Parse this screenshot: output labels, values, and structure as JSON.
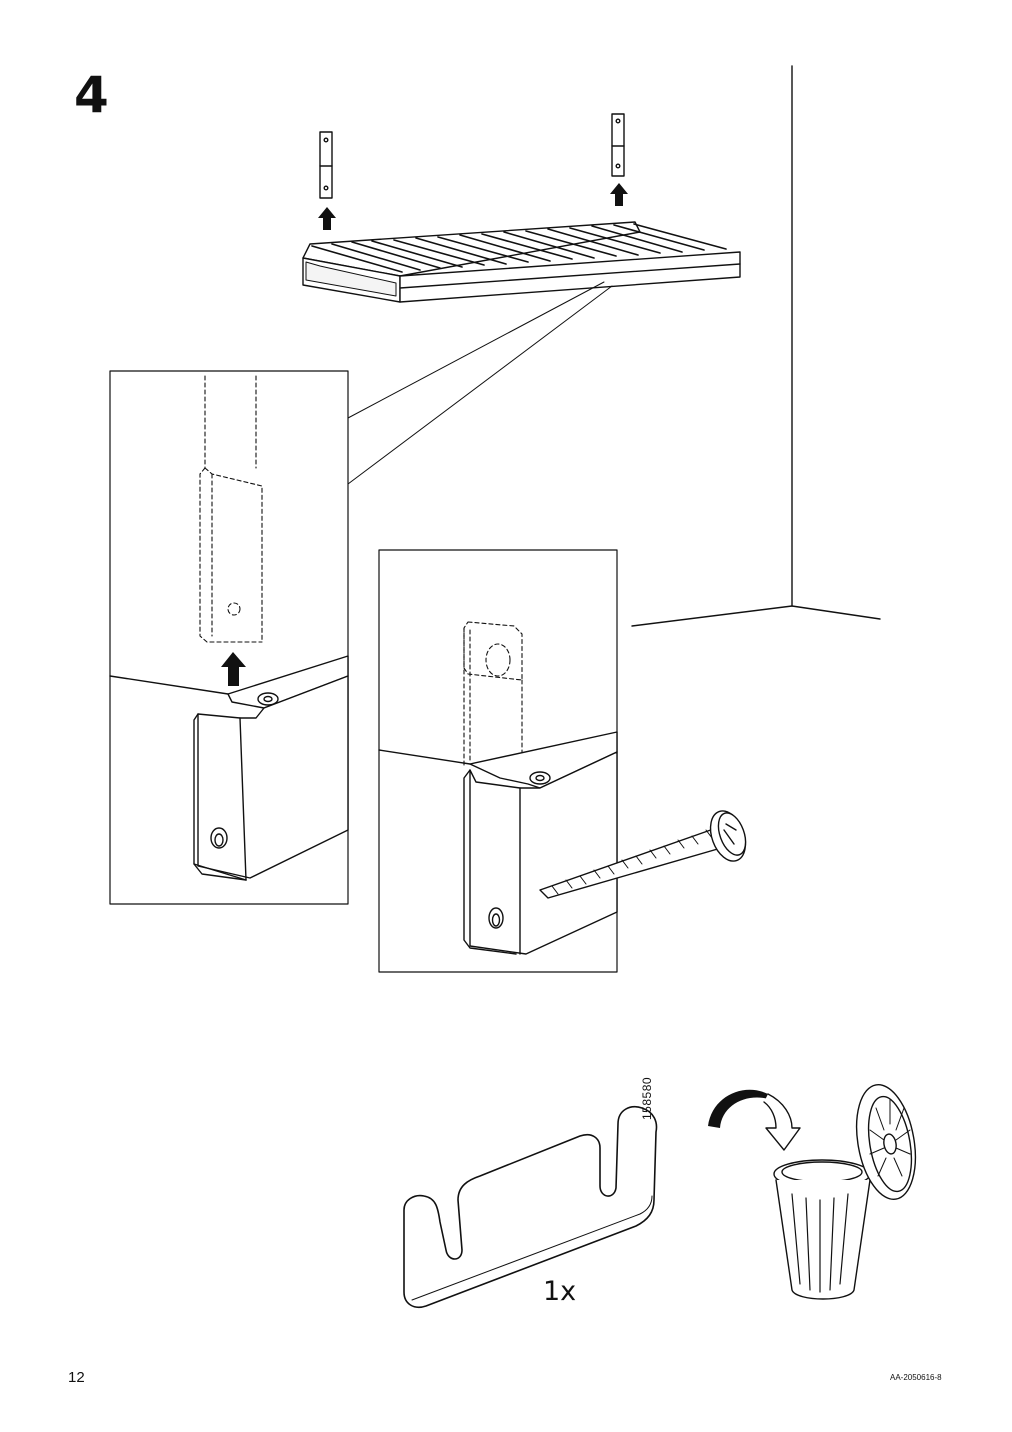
{
  "step": {
    "number": "4"
  },
  "part": {
    "number": "158580",
    "quantity": "1x"
  },
  "footer": {
    "page_number": "12",
    "document_code": "AA-2050616-8"
  }
}
